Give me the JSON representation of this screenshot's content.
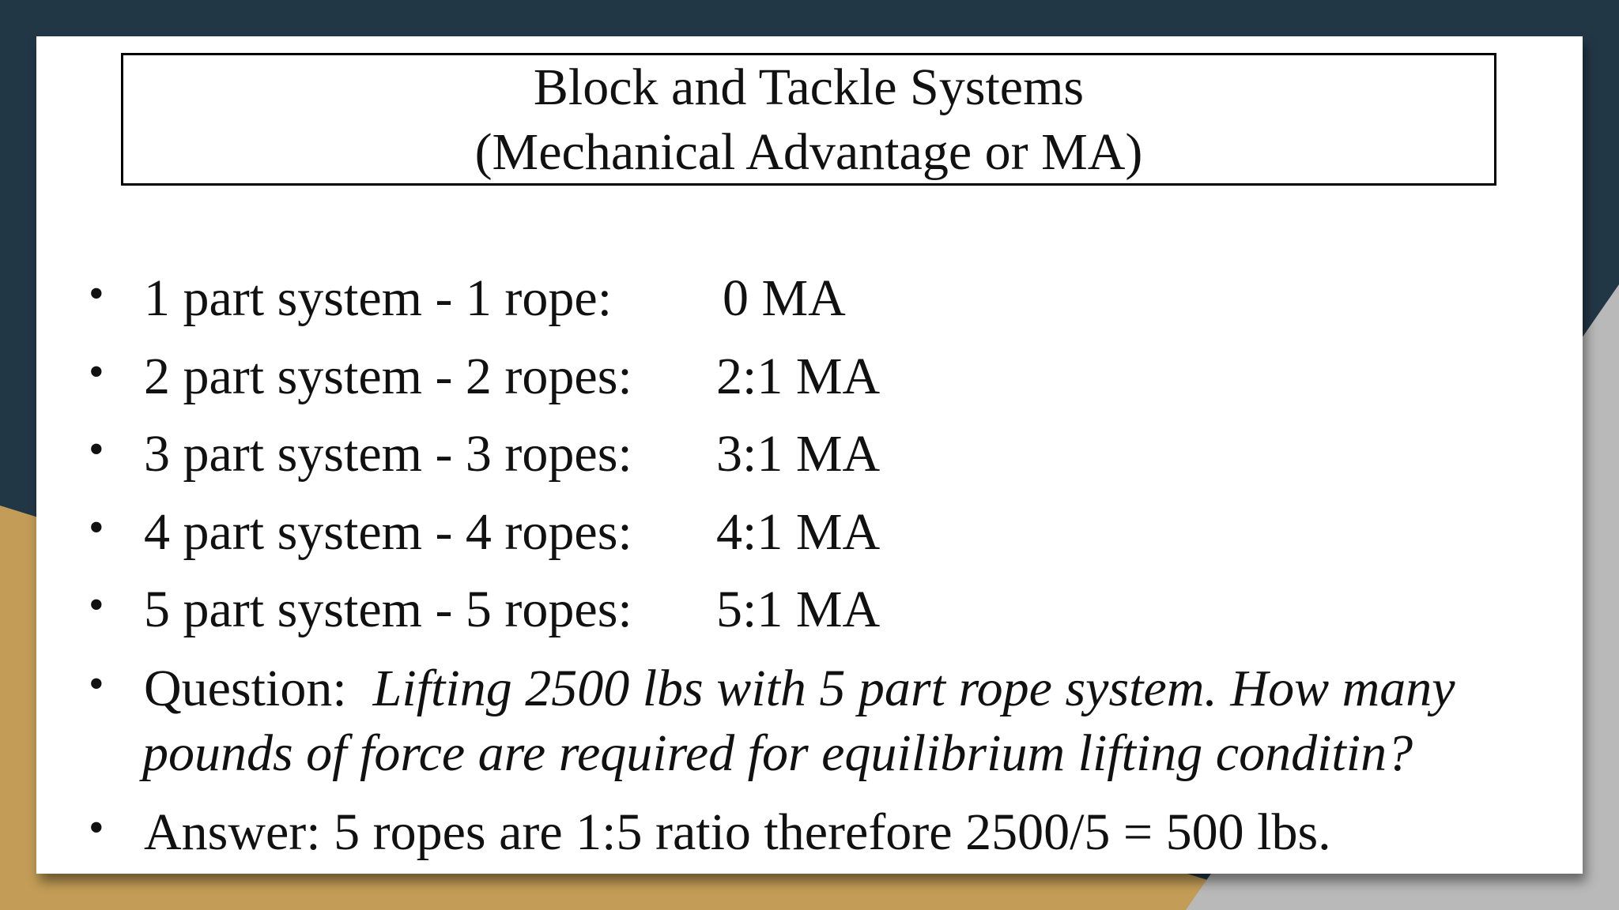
{
  "slide": {
    "title_line1": "Block and Tackle Systems",
    "title_line2": "(Mechanical Advantage or MA)",
    "items": [
      {
        "label": "1 part system - 1 rope:",
        "value": "0  MA"
      },
      {
        "label": "2 part system - 2 ropes:",
        "value": "2:1 MA"
      },
      {
        "label": "3 part system - 3 ropes:",
        "value": "3:1 MA"
      },
      {
        "label": "4 part system - 4 ropes:",
        "value": "4:1 MA"
      },
      {
        "label": "5 part system - 5 ropes:",
        "value": "5:1 MA"
      }
    ],
    "question_prefix": "Question:",
    "question_line1": "Lifting 2500 lbs with 5 part rope system.  How many",
    "question_line2": "pounds of force are required for equilibrium lifting conditin?",
    "answer": "Answer:  5 ropes are 1:5 ratio therefore 2500/5 = 500 lbs.",
    "bullet_char": "•"
  },
  "colors": {
    "background_dark": "#223746",
    "background_gold": "#C39D57",
    "background_gray": "#B9B9B9",
    "slide": "#FFFFFF",
    "text": "#111111"
  }
}
